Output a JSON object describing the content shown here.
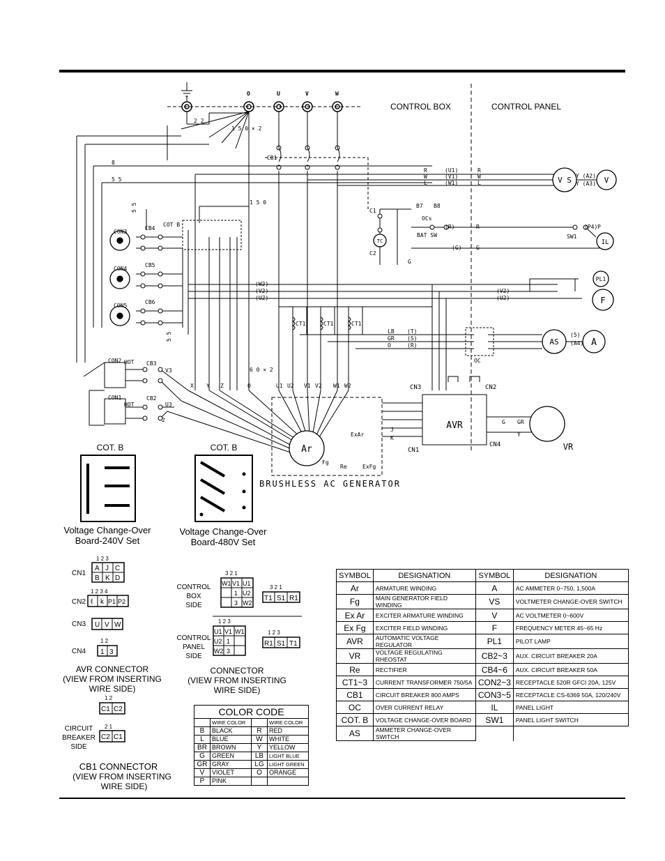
{
  "header": {
    "control_box": "CONTROL BOX",
    "control_panel": "CONTROL PANEL"
  },
  "terminals": [
    "O",
    "U",
    "V",
    "W"
  ],
  "wire_labels": {
    "d22": "2 2",
    "d150x2": "1 5 0 × 2",
    "d8": "8",
    "d55": "5 5",
    "d150": "1 5 0",
    "d55b": "5 5",
    "d60x2": "6 0 × 2",
    "d2": "2",
    "d55c": "5 5",
    "cb1": "CB1",
    "cotb": "COT B",
    "con3": "CON3",
    "con4": "CON4",
    "con5": "CON5",
    "cb4": "CB4",
    "cb5": "CB5",
    "cb6": "CB6",
    "con2": "CON2",
    "con1": "CON1",
    "cb2": "CB2",
    "cb3": "CB3",
    "hot1": "HOT",
    "hot2": "HOT",
    "v3a": "V3",
    "v3b": "U3",
    "r": "R",
    "w": "W",
    "l": "L",
    "u1": "(U1)",
    "v1": "(V1)",
    "w1": "(W1)",
    "r2": "R",
    "w2": "W",
    "l2": "L",
    "vs": "V S",
    "ya2": "Y (A2)",
    "ya3": "Y (A3)",
    "c1": "C1",
    "c2": "C2",
    "tc": "TC",
    "ocs": "OCs",
    "bat_sw": "BAT SW",
    "b7": "B7",
    "b8": "B8",
    "r3": "(R)",
    "r4": "R",
    "g1": "G",
    "g2": "(G)",
    "g3": "G",
    "sw1": "SW1",
    "p4": "(P4)",
    "p": "P",
    "il": "IL",
    "pl1": "PL1",
    "f": "F",
    "w2a": "(W2)",
    "v2a": "(V2)",
    "u2a": "(U2)",
    "v2b": "(V2)",
    "u2b": "(U2)",
    "ct1a": "CT1",
    "ct1b": "CT1",
    "ct1c": "CT1",
    "lb": "LB",
    "gr": "GR",
    "o": "O",
    "t1": "(T)",
    "s1": "(S)",
    "r5": "(R)",
    "oc": "OC",
    "as": "AS",
    "a": "A",
    "a4": "(A4)",
    "s5": "(5)",
    "cn3": "CN3",
    "cn2": "CN2",
    "avr": "AVR",
    "cn1": "CN1",
    "cn4": "CN4",
    "vr": "VR",
    "ar": "Ar",
    "rs": "Re",
    "exar": "ExAr",
    "fg": "Fg",
    "exfg": "ExFg",
    "generator": "BRUSHLESS AC GENERATOR",
    "x": "X",
    "y": "Y",
    "z": "Z",
    "o2": "O",
    "u1b": "U1",
    "u2c": "U2",
    "v1b": "V1",
    "v2c": "V2",
    "w1b": "W1",
    "w2c": "W2",
    "g4": "G",
    "gr2": "GR",
    "y2": "Y",
    "j1": "J",
    "k": "K"
  },
  "cot_b": {
    "left_title": "COT. B",
    "right_title": "COT. B",
    "left_caption": [
      "Voltage Change-Over",
      "Board-240V Set"
    ],
    "right_caption": [
      "Voltage Change-Over",
      "Board-480V Set"
    ]
  },
  "avr_connector": {
    "cn1": "CN1",
    "cn1_nums": "1  2  3",
    "cn1_r1": [
      "A",
      "J",
      "C"
    ],
    "cn1_r2": [
      "B",
      "K",
      "D"
    ],
    "cn2": "CN2",
    "cn2_nums": "1   2   3   4",
    "cn2_r": [
      "ℓ",
      "k",
      "P1",
      "P2"
    ],
    "cn3": "CN3",
    "cn3_r": [
      "U",
      "V",
      "W"
    ],
    "cn4": "CN4",
    "cn4_nums": "1  2",
    "cn4_r": [
      "1",
      "3"
    ],
    "caption": [
      "AVR CONNECTOR",
      "(VIEW FROM INSERTING",
      "WIRE SIDE)"
    ]
  },
  "connector": {
    "control_box_side": [
      "CONTROL",
      "BOX",
      "SIDE"
    ],
    "control_panel_side": [
      "CONTROL",
      "PANEL",
      "SIDE"
    ],
    "nums_top": "3  2  1",
    "box_grid": [
      [
        "W1",
        "V1",
        "U1"
      ],
      [
        "",
        "1",
        "U2"
      ],
      [
        "",
        "3",
        "W2"
      ]
    ],
    "box_right": [
      "T1",
      "S1",
      "R1"
    ],
    "box_right_nums": "3  2  1",
    "nums_bottom": "1  2  3",
    "panel_grid": [
      [
        "U1",
        "V1",
        "W1"
      ],
      [
        "U2",
        "1",
        ""
      ],
      [
        "W2",
        "3",
        ""
      ]
    ],
    "panel_right": [
      "R1",
      "S1",
      "T1"
    ],
    "panel_right_nums": "1  2  3",
    "caption": [
      "CONNECTOR",
      "(VIEW FROM INSERTING",
      "WIRE SIDE)"
    ]
  },
  "cb1_connector": {
    "nums_top": "1  2",
    "top": [
      "C1",
      "C2"
    ],
    "side": [
      "CIRCUIT",
      "BREAKER",
      "SIDE"
    ],
    "nums_bottom": "2  1",
    "bottom": [
      "C2",
      "C1"
    ],
    "caption": [
      "CB1 CONNECTOR",
      "(VIEW FROM INSERTING",
      "WIRE SIDE)"
    ]
  },
  "color_code": {
    "title": "COLOR CODE",
    "header": [
      "WIRE COLOR",
      "WIRE COLOR"
    ],
    "rows": [
      [
        "B",
        "BLACK",
        "R",
        "RED"
      ],
      [
        "L",
        "BLUE",
        "W",
        "WHITE"
      ],
      [
        "BR",
        "BROWN",
        "Y",
        "YELLOW"
      ],
      [
        "G",
        "GREEN",
        "LB",
        "LIGHT BLUE"
      ],
      [
        "GR",
        "GRAY",
        "LG",
        "LIGHT GREEN"
      ],
      [
        "V",
        "VIOLET",
        "O",
        "ORANGE"
      ],
      [
        "P",
        "PINK",
        "",
        ""
      ]
    ]
  },
  "legend": {
    "headers": [
      "SYMBOL",
      "DESIGNATION",
      "SYMBOL",
      "DESIGNATION"
    ],
    "rows": [
      [
        "Ar",
        "ARMATURE WINDING",
        "A",
        "AC AMMETER 0~750, 1,500A"
      ],
      [
        "Fg",
        "MAIN GENERATOR FIELD WINDING",
        "VS",
        "VOLTMETER CHANGE-OVER SWITCH"
      ],
      [
        "Ex Ar",
        "EXCITER ARMATURE WINDING",
        "V",
        "AC VOLTMETER 0~600V"
      ],
      [
        "Ex Fg",
        "EXCITER FIELD WINDING",
        "F",
        "FREQUENCY METER 45~65 Hz"
      ],
      [
        "AVR",
        "AUTOMATIC VOLTAGE REGULATOR",
        "PL1",
        "PILOT LAMP"
      ],
      [
        "VR",
        "VOLTAGE REGULATING RHEOSTAT",
        "CB2~3",
        "AUX.  CIRCUIT BREAKER 20A"
      ],
      [
        "Re",
        "RECTIFIER",
        "CB4~6",
        "AUX.  CIRCUIT BREAKER 50A"
      ],
      [
        "CT1~3",
        "CURRENT TRANSFORMER 750/5A",
        "CON2~3",
        "RECEPTACLE  520R GFCI  20A, 125V"
      ],
      [
        "CB1",
        "CIRCUIT BREAKER 800 AMPS",
        "CON3~5",
        "RECEPTACLE  CS-6369  50A, 120/240V"
      ],
      [
        "OC",
        "OVER CURRENT RELAY",
        "IL",
        "PANEL LIGHT"
      ],
      [
        "COT. B",
        "VOLTAGE CHANGE-OVER BOARD",
        "SW1",
        "PANEL LIGHT SWITCH"
      ],
      [
        "AS",
        "AMMETER CHANGE-OVER SWITCH",
        "",
        ""
      ]
    ]
  }
}
